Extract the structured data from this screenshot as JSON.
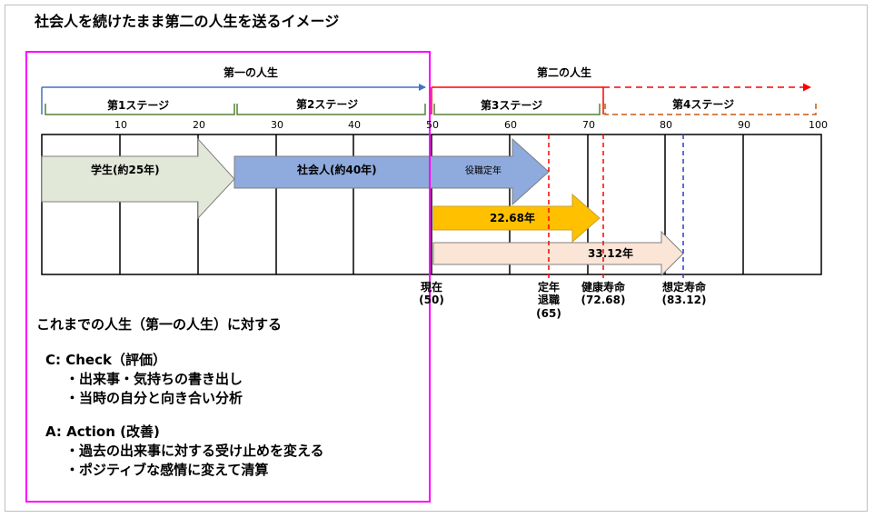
{
  "title": "社会人を続けたまま第二の人生を送るイメージ",
  "lives": {
    "first": "第一の人生",
    "second": "第二の人生"
  },
  "stages": [
    "第1ステージ",
    "第2ステージ",
    "第3ステージ",
    "第4ステージ"
  ],
  "ticks": [
    "10",
    "20",
    "30",
    "40",
    "50",
    "60",
    "70",
    "80",
    "90",
    "100"
  ],
  "bars": {
    "student": "学生(約25年)",
    "worker": "社会人(約40年)",
    "retire_note": "役職定年",
    "healthy": "22.68年",
    "expected": "33.12年"
  },
  "markers": {
    "now": [
      "現在",
      "(50)"
    ],
    "retire": [
      "定年",
      "退職",
      "(65)"
    ],
    "healthy": [
      "健康寿命",
      "(72.68)"
    ],
    "expected": [
      "想定寿命",
      "(83.12)"
    ]
  },
  "reflection": {
    "heading": "これまでの人生（第一の人生）に対する",
    "check": {
      "title": "C: Check（評価）",
      "items": [
        "・出来事・気持ちの書き出し",
        "・当時の自分と向き合い分析"
      ]
    },
    "action": {
      "title": "A: Action (改善)",
      "items": [
        "・過去の出来事に対する受け止めを変える",
        "・ポジティブな感情に変えて清算"
      ]
    }
  },
  "colors": {
    "first_life_line": "#4472c4",
    "second_life_line": "#ff0000",
    "stage_bracket_green": "#548235",
    "stage_bracket_orange": "#c55a11",
    "student_bar": "#e2e8d8",
    "worker_bar": "#8faadc",
    "healthy_bar": "#ffc000",
    "expected_bar": "#fbe5d6",
    "retire_line": "#ff0000",
    "expected_line": "#2f3fbf",
    "reflection_border": "#ff00ff"
  }
}
